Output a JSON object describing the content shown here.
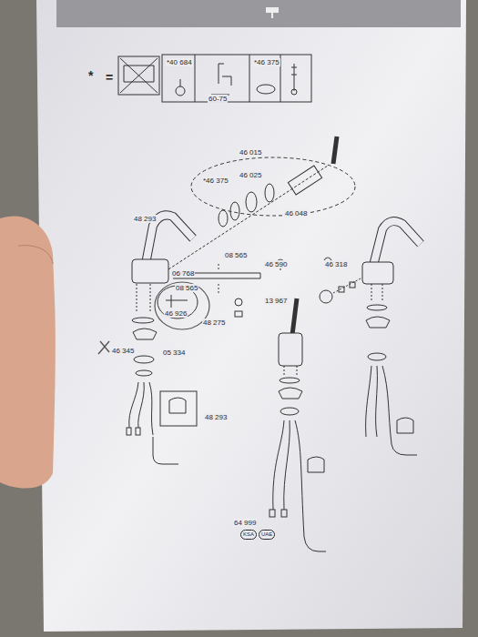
{
  "diagram": {
    "labels": [
      "*",
      "=",
      "*40 684",
      "60-75",
      "*46 375",
      "46 015",
      "*46 375",
      "46 025",
      "46 048",
      "48 293",
      "08 565",
      "46 590",
      "46 318",
      "06 768",
      "08 565",
      "13 967",
      "46 926",
      "48 275",
      "46 345",
      "05 334",
      "48 293",
      "64 999",
      "KSA",
      "UAE"
    ]
  }
}
